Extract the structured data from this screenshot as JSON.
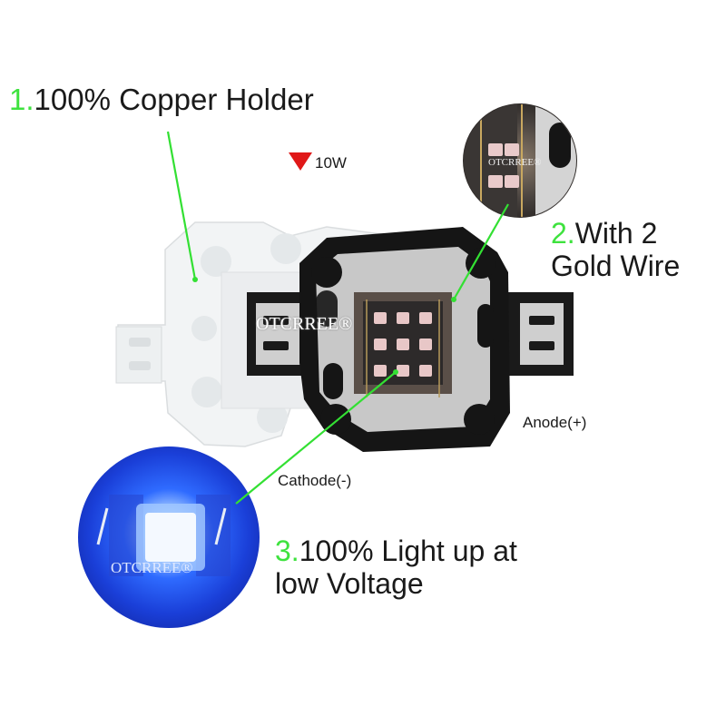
{
  "captions": {
    "c1": {
      "num": "1.",
      "text": "100% Copper Holder"
    },
    "c2": {
      "num": "2.",
      "line1": "With 2",
      "line2": "Gold Wire"
    },
    "c3": {
      "num": "3.",
      "line1": "100% Light up at",
      "line2": "low Voltage"
    }
  },
  "labels": {
    "wattage": "10W",
    "anode": "Anode(+)",
    "cathode": "Cathode(-)"
  },
  "watermark": "OTCRREE®",
  "colors": {
    "caption_number": "#3ee23e",
    "pointer_line": "#33e033",
    "wattage_marker": "#e01818",
    "blue_glow": "#1e5bff",
    "board_black": "#151515",
    "board_gray": "#c6c6c6"
  },
  "icons": {
    "wattage_marker": "down-triangle-icon"
  }
}
